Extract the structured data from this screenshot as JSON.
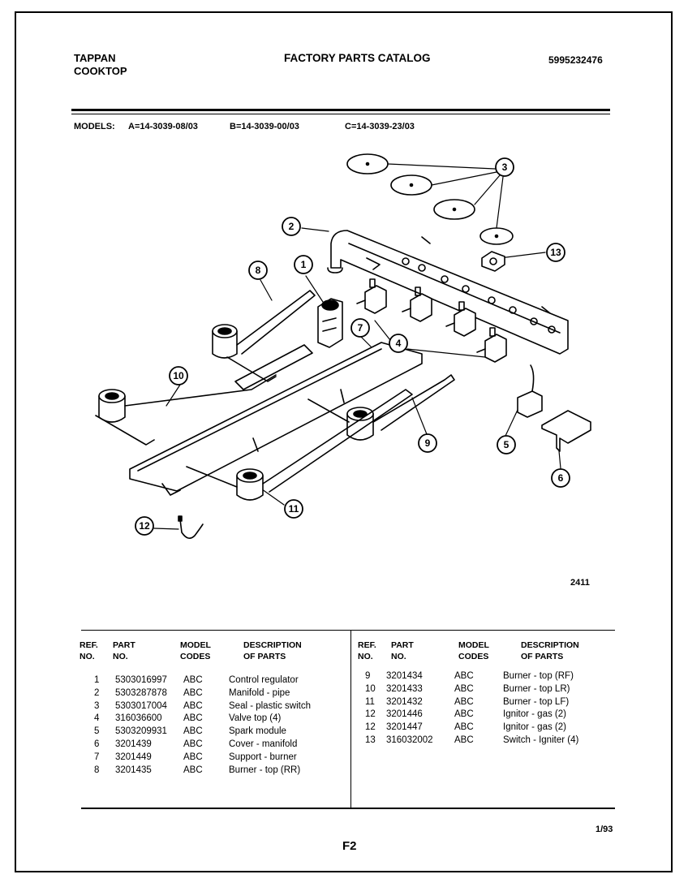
{
  "header": {
    "brand": "TAPPAN",
    "product": "COOKTOP",
    "catalog_title": "FACTORY PARTS CATALOG",
    "catalog_number": "5995232476"
  },
  "models": {
    "label": "MODELS:",
    "a": "A=14-3039-08/03",
    "b": "B=14-3039-00/03",
    "c": "C=14-3039-23/03"
  },
  "diagram": {
    "figure_number": "2411",
    "callouts": [
      "1",
      "2",
      "3",
      "4",
      "5",
      "6",
      "7",
      "8",
      "9",
      "10",
      "11",
      "12",
      "13"
    ]
  },
  "table": {
    "headers": {
      "ref_line1": "REF.",
      "ref_line2": "NO.",
      "part_line1": "PART",
      "part_line2": "NO.",
      "model_line1": "MODEL",
      "model_line2": "CODES",
      "desc_line1": "DESCRIPTION",
      "desc_line2": "OF PARTS"
    },
    "left_rows": [
      {
        "ref": "1",
        "part": "5303016997",
        "code": "ABC",
        "desc": "Control regulator"
      },
      {
        "ref": "2",
        "part": "5303287878",
        "code": "ABC",
        "desc": "Manifold - pipe"
      },
      {
        "ref": "3",
        "part": "5303017004",
        "code": "ABC",
        "desc": "Seal - plastic switch"
      },
      {
        "ref": "4",
        "part": "316036600",
        "code": "ABC",
        "desc": "Valve top (4)"
      },
      {
        "ref": "5",
        "part": "5303209931",
        "code": "ABC",
        "desc": "Spark module"
      },
      {
        "ref": "6",
        "part": "3201439",
        "code": "ABC",
        "desc": "Cover - manifold"
      },
      {
        "ref": "7",
        "part": "3201449",
        "code": "ABC",
        "desc": "Support - burner"
      },
      {
        "ref": "8",
        "part": "3201435",
        "code": "ABC",
        "desc": "Burner - top (RR)"
      }
    ],
    "right_rows": [
      {
        "ref": "9",
        "part": "3201434",
        "code": "ABC",
        "desc": "Burner - top (RF)"
      },
      {
        "ref": "10",
        "part": "3201433",
        "code": "ABC",
        "desc": "Burner - top LR)"
      },
      {
        "ref": "11",
        "part": "3201432",
        "code": "ABC",
        "desc": "Burner - top LF)"
      },
      {
        "ref": "12",
        "part": "3201446",
        "code": "ABC",
        "desc": "Ignitor - gas (2)"
      },
      {
        "ref": "12",
        "part": "3201447",
        "code": "ABC",
        "desc": "Ignitor - gas (2)"
      },
      {
        "ref": "13",
        "part": "316032002",
        "code": "ABC",
        "desc": "Switch - Igniter (4)"
      }
    ]
  },
  "footer": {
    "date": "1/93",
    "page": "F2"
  }
}
